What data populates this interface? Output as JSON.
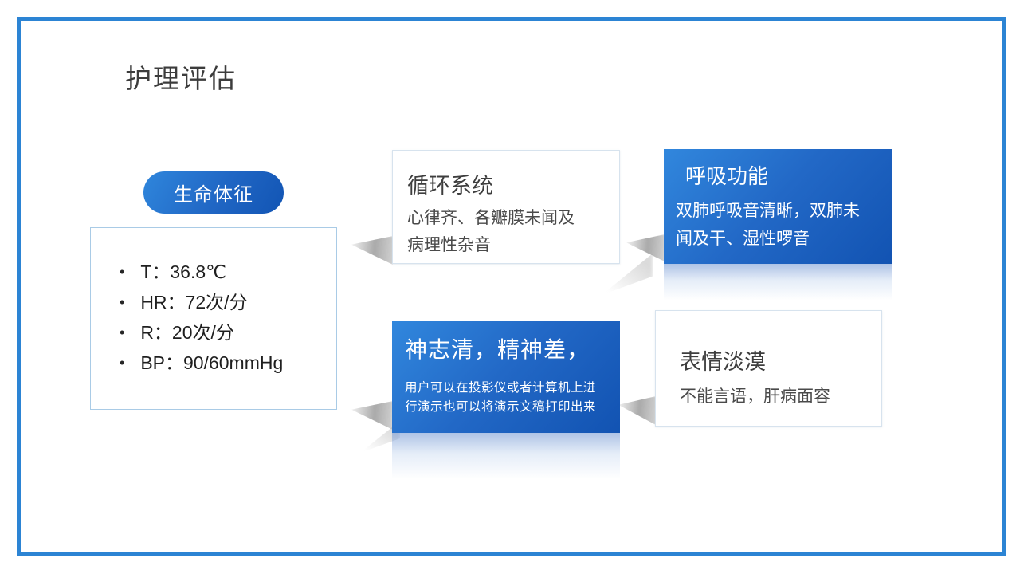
{
  "slide": {
    "title": "护理评估"
  },
  "vitals": {
    "label": "生命体征",
    "bullet": "•",
    "items": [
      "T：36.8℃",
      "HR：72次/分",
      "R：20次/分",
      "BP：90/60mmHg"
    ]
  },
  "cards": {
    "circulation": {
      "title": "循环系统",
      "body": "心律齐、各瓣膜未闻及病理性杂音"
    },
    "respiratory": {
      "title": "呼吸功能",
      "body": "双肺呼吸音清晰，双肺未闻及干、湿性啰音"
    },
    "consciousness": {
      "title": "神志清，精神差，",
      "body": "用户可以在投影仪或者计算机上进行演示也可以将演示文稿打印出来"
    },
    "expression": {
      "title": "表情淡漠",
      "body": "不能言语，肝病面容"
    }
  },
  "colors": {
    "accent_border": "#2c84d4",
    "card_gradient_start": "#3187dd",
    "card_gradient_end": "#1253b2",
    "vitals_box_border": "#a9cbe6",
    "title_text": "#3c3c3c",
    "body_text": "#4a4a4a"
  }
}
